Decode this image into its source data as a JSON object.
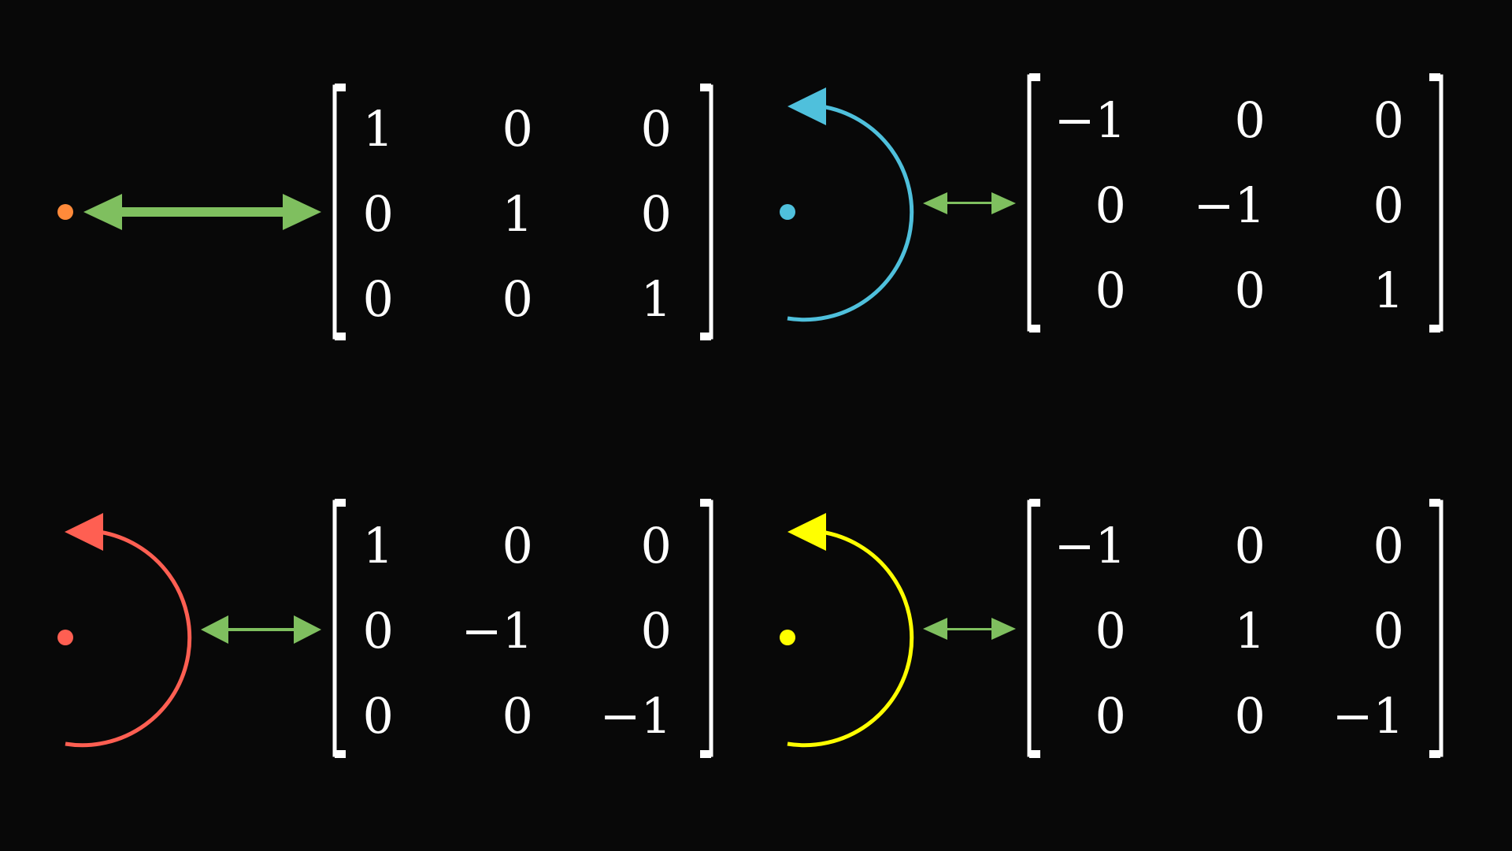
{
  "background": "#080808",
  "link_arrow_color": "#7fbf5f",
  "matrix_color": "#ffffff",
  "panels": [
    {
      "id": "identity",
      "symbol": "dot",
      "color": "#ff8a3a",
      "matrix": [
        [
          "1",
          "0",
          "0"
        ],
        [
          "0",
          "1",
          "0"
        ],
        [
          "0",
          "0",
          "1"
        ]
      ]
    },
    {
      "id": "rotation-z",
      "symbol": "dot-with-half-turn-arrow",
      "color": "#4fc0dc",
      "matrix": [
        [
          "−1",
          "0",
          "0"
        ],
        [
          "0",
          "−1",
          "0"
        ],
        [
          "0",
          "0",
          "1"
        ]
      ]
    },
    {
      "id": "rotation-x",
      "symbol": "dot-with-half-turn-arrow",
      "color": "#ff5f52",
      "matrix": [
        [
          "1",
          "0",
          "0"
        ],
        [
          "0",
          "−1",
          "0"
        ],
        [
          "0",
          "0",
          "−1"
        ]
      ]
    },
    {
      "id": "rotation-y",
      "symbol": "dot-with-half-turn-arrow",
      "color": "#ffff00",
      "matrix": [
        [
          "−1",
          "0",
          "0"
        ],
        [
          "0",
          "1",
          "0"
        ],
        [
          "0",
          "0",
          "−1"
        ]
      ]
    }
  ]
}
